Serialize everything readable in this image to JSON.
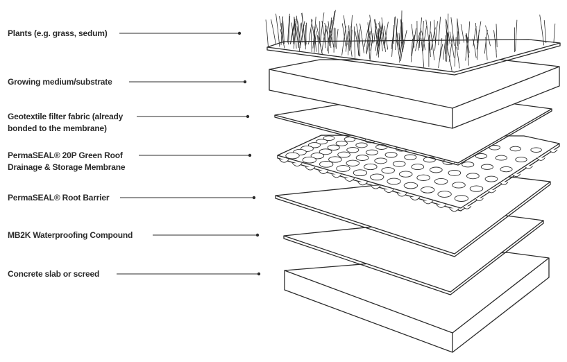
{
  "layers": [
    {
      "id": "plants",
      "lines": [
        "Plants (e.g. grass, sedum)"
      ]
    },
    {
      "id": "substrate",
      "lines": [
        "Growing medium/substrate"
      ]
    },
    {
      "id": "geotextile",
      "lines": [
        "Geotextile filter fabric (already",
        "bonded to the membrane)"
      ]
    },
    {
      "id": "drainage",
      "lines": [
        "PermaSEAL® 20P Green Roof",
        "Drainage & Storage Membrane"
      ]
    },
    {
      "id": "root-barrier",
      "lines": [
        "PermaSEAL® Root Barrier"
      ]
    },
    {
      "id": "waterproofing",
      "lines": [
        "MB2K Waterproofing Compound"
      ]
    },
    {
      "id": "concrete",
      "lines": [
        "Concrete slab or screed"
      ]
    }
  ],
  "colors": {
    "stroke": "#2b2b2b",
    "fill": "#ffffff",
    "text": "#2b2b2b"
  }
}
